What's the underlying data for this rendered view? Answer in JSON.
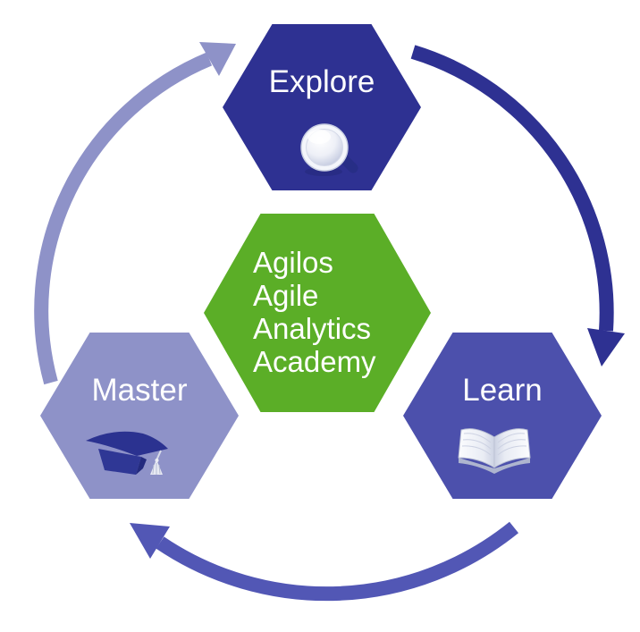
{
  "diagram": {
    "center": {
      "lines": [
        "Agilos",
        "Agile",
        "Analytics",
        "Academy"
      ]
    },
    "nodes": [
      {
        "id": "explore",
        "label": "Explore",
        "icon": "magnifier-icon"
      },
      {
        "id": "learn",
        "label": "Learn",
        "icon": "open-book-icon"
      },
      {
        "id": "master",
        "label": "Master",
        "icon": "graduation-cap-icon"
      }
    ],
    "arrows": [
      {
        "from": "Explore",
        "to": "Learn"
      },
      {
        "from": "Learn",
        "to": "Master"
      },
      {
        "from": "Master",
        "to": "Explore"
      }
    ]
  },
  "colors": {
    "explore": "#2e3192",
    "learn": "#4c50ac",
    "master": "#8e92c8",
    "center-hex": "#5bae27",
    "arrow-top-right": "#2e3192",
    "arrow-bottom": "#5257b5",
    "arrow-left": "#8e92c8",
    "label-text": "#ffffff",
    "background": "#ffffff"
  }
}
